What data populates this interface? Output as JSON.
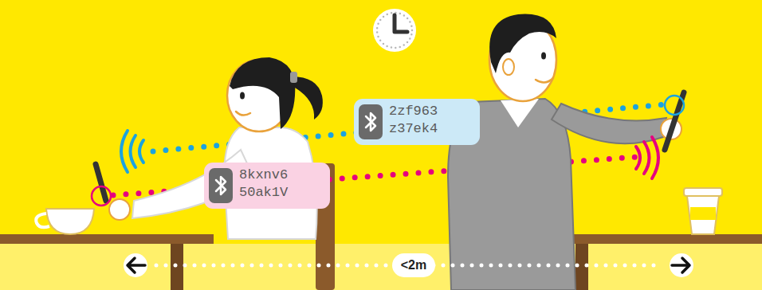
{
  "diagram": {
    "nodes": [
      {
        "text": [
          "2zf963 z37ek4"
        ]
      },
      {
        "text": [
          "8kxnv6 50ak1V"
        ]
      },
      {
        "text": [
          "<2m"
        ]
      }
    ]
  }
}
